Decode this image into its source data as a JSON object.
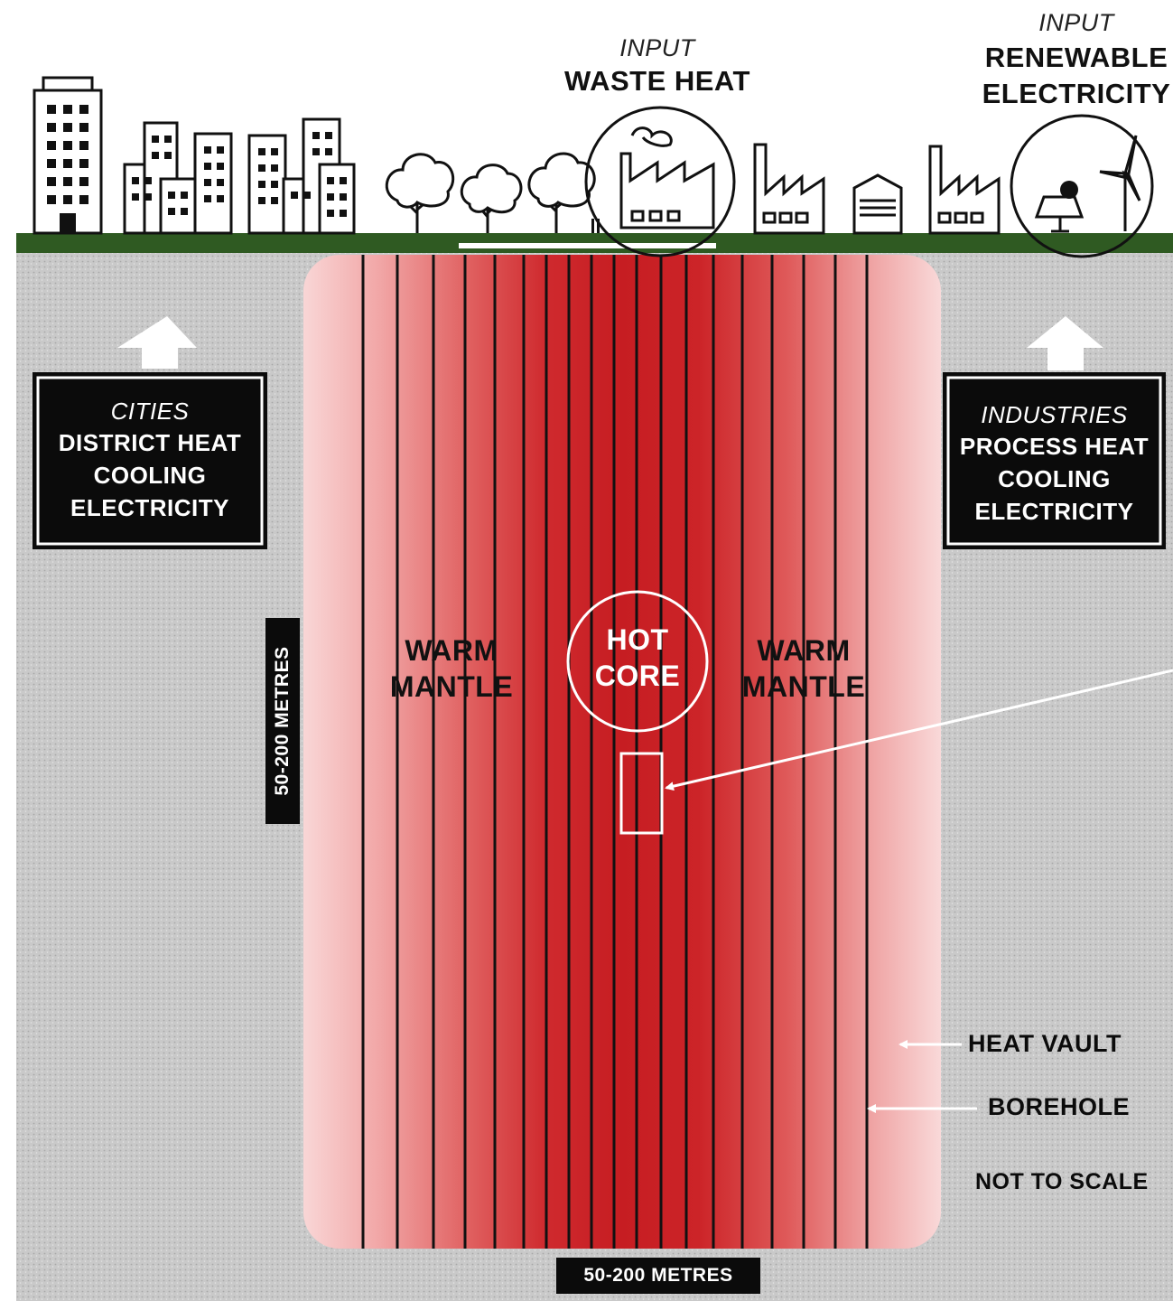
{
  "inputs": {
    "waste_heat": {
      "prefix": "INPUT",
      "title": "WASTE HEAT"
    },
    "renewable": {
      "prefix": "INPUT",
      "title_line1": "RENEWABLE",
      "title_line2": "ELECTRICITY"
    }
  },
  "outputs": {
    "cities": {
      "prefix": "CITIES",
      "lines": [
        "DISTRICT HEAT",
        "COOLING",
        "ELECTRICITY"
      ]
    },
    "industries": {
      "prefix": "INDUSTRIES",
      "lines": [
        "PROCESS HEAT",
        "COOLING",
        "ELECTRICITY"
      ]
    }
  },
  "zones": {
    "core": {
      "line1": "HOT",
      "line2": "CORE"
    },
    "mantle_left": {
      "line1": "WARM",
      "line2": "MANTLE"
    },
    "mantle_right": {
      "line1": "WARM",
      "line2": "MANTLE"
    }
  },
  "dimensions": {
    "depth": "50-200 METRES",
    "width": "50-200 METRES"
  },
  "legend": {
    "heat_vault": "HEAT VAULT",
    "borehole": "BOREHOLE",
    "scale_note": "NOT TO SCALE"
  },
  "icons": [
    "building-icon",
    "tree-icon",
    "factory-icon",
    "warehouse-icon",
    "solar-panel-icon",
    "wind-turbine-icon",
    "arrow-up-icon"
  ],
  "colors": {
    "ground": "#c6c6c6",
    "grass": "#2f5a22",
    "core_red": "#c81e24",
    "vault_pink": "#f7c8c8",
    "label_bg": "#0b0b0b"
  }
}
